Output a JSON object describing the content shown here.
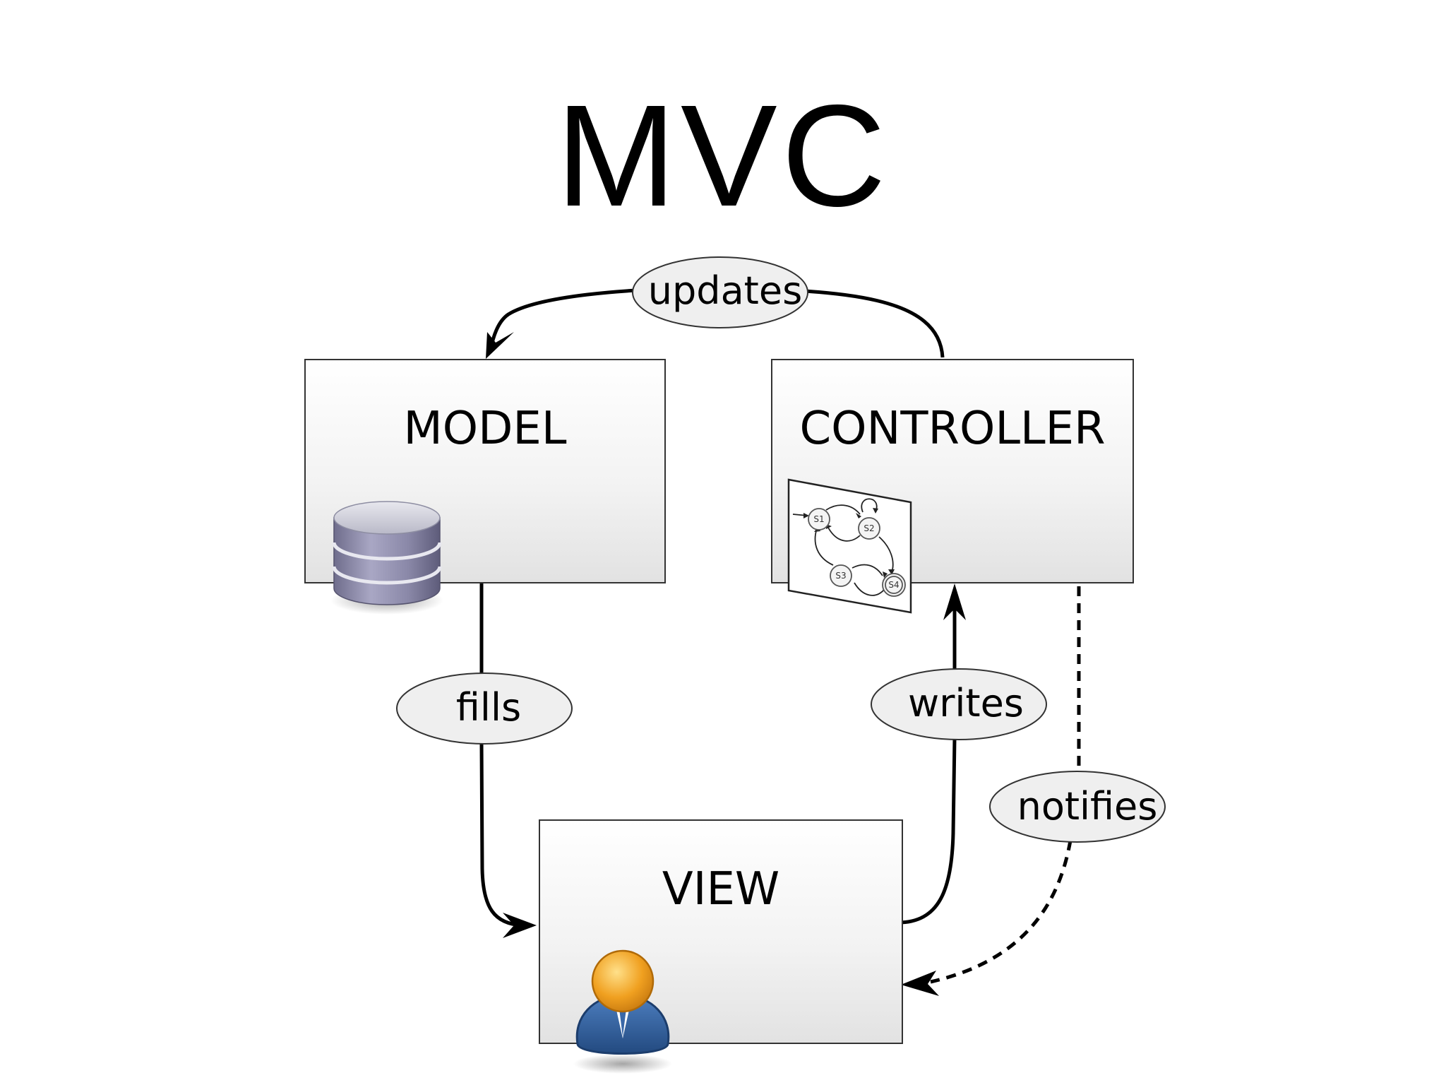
{
  "title": "MVC",
  "nodes": {
    "model": {
      "label": "MODEL"
    },
    "controller": {
      "label": "CONTROLLER"
    },
    "view": {
      "label": "VIEW"
    }
  },
  "edges": {
    "updates": {
      "label": "updates",
      "from": "controller",
      "to": "model",
      "style": "solid"
    },
    "fills": {
      "label": "fills",
      "from": "model",
      "to": "view",
      "style": "solid"
    },
    "writes": {
      "label": "writes",
      "from": "view",
      "to": "controller",
      "style": "solid"
    },
    "notifies": {
      "label": "notifies",
      "from": "controller",
      "to": "view",
      "style": "dashed"
    }
  },
  "state_machine": {
    "states": [
      "S1",
      "S2",
      "S3",
      "S4"
    ]
  },
  "colors": {
    "box_top": "#ffffff",
    "box_bottom": "#e4e4e4",
    "box_border": "#333333",
    "database": "#8a88a8",
    "user_head": "#f0a020",
    "user_body": "#2f5f9f"
  },
  "icons": {
    "model": "database-icon",
    "controller": "state-machine-icon",
    "view": "user-icon"
  }
}
